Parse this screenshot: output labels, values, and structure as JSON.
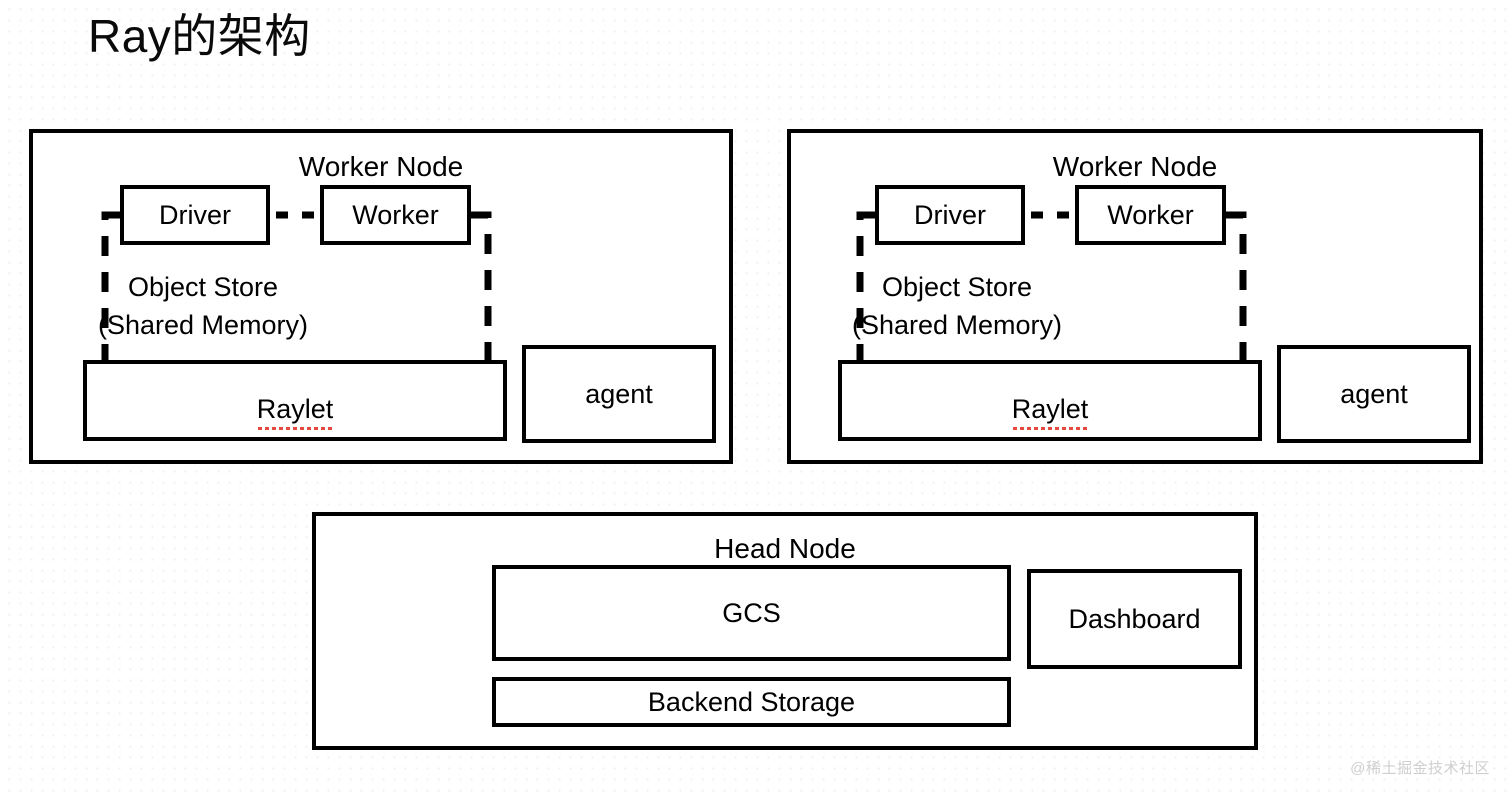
{
  "title": "Ray的架构",
  "watermark": "@稀土掘金技术社区",
  "colors": {
    "stroke": "#000000",
    "background": "#ffffff",
    "dot_texture": "#f0f0f0",
    "spellcheck_underline": "#e8493f",
    "watermark": "#cfcfcf"
  },
  "worker_nodes": [
    {
      "title": "Worker Node",
      "driver": "Driver",
      "worker": "Worker",
      "object_store_line1": "Object Store",
      "object_store_line2": "(Shared Memory)",
      "raylet": "Raylet",
      "agent": "agent"
    },
    {
      "title": "Worker Node",
      "driver": "Driver",
      "worker": "Worker",
      "object_store_line1": "Object Store",
      "object_store_line2": "(Shared Memory)",
      "raylet": "Raylet",
      "agent": "agent"
    }
  ],
  "head_node": {
    "title": "Head Node",
    "gcs": "GCS",
    "backend_storage": "Backend Storage",
    "dashboard": "Dashboard"
  }
}
